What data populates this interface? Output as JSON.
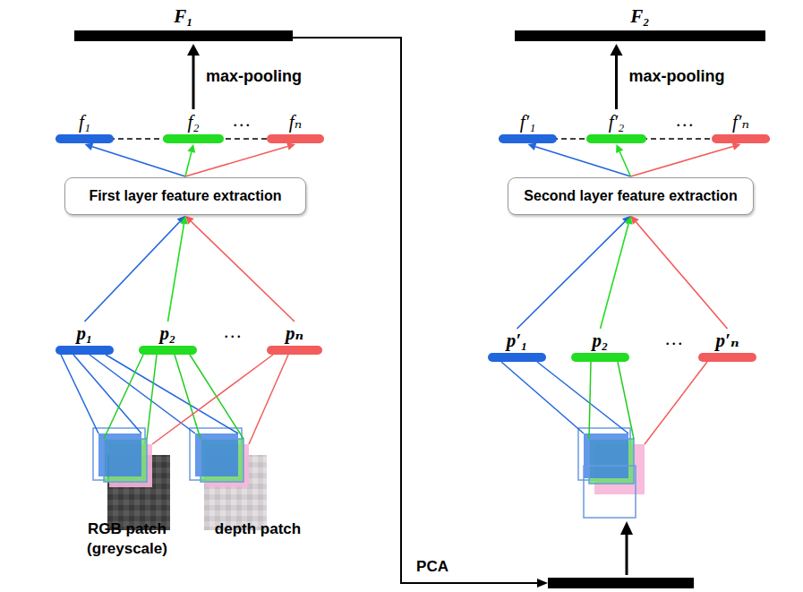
{
  "diagram": {
    "nodes": [
      {
        "text": [
          "F₁"
        ]
      },
      {
        "text": [
          "f₁"
        ]
      },
      {
        "text": [
          "f₂"
        ]
      },
      {
        "text": [
          "fₙ"
        ]
      },
      {
        "text": [
          "First layer feature extraction"
        ]
      },
      {
        "text": [
          "p₁"
        ]
      },
      {
        "text": [
          "p₂"
        ]
      },
      {
        "text": [
          "pₙ"
        ]
      },
      {
        "text": [
          "F₂"
        ]
      },
      {
        "text": [
          "f′₁"
        ]
      },
      {
        "text": [
          "f′₂"
        ]
      },
      {
        "text": [
          "f′ₙ"
        ]
      },
      {
        "text": [
          "Second layer feature extraction"
        ]
      },
      {
        "text": [
          "p′₁"
        ]
      },
      {
        "text": [
          "p₂"
        ]
      },
      {
        "text": [
          "p′ₙ"
        ]
      }
    ],
    "edges": [
      {
        "from": 2,
        "to": 0,
        "label": "max-pooling",
        "arrow": "to"
      },
      {
        "from": 4,
        "to": 1,
        "arrow": "to"
      },
      {
        "from": 4,
        "to": 2,
        "arrow": "to"
      },
      {
        "from": 4,
        "to": 3,
        "arrow": "to"
      },
      {
        "from": 5,
        "to": 4,
        "arrow": "to"
      },
      {
        "from": 6,
        "to": 4,
        "arrow": "to"
      },
      {
        "from": 7,
        "to": 4,
        "arrow": "to"
      },
      {
        "from": 10,
        "to": 8,
        "label": "max-pooling",
        "arrow": "to"
      },
      {
        "from": 12,
        "to": 9,
        "arrow": "to"
      },
      {
        "from": 12,
        "to": 10,
        "arrow": "to"
      },
      {
        "from": 12,
        "to": 11,
        "arrow": "to"
      },
      {
        "from": 13,
        "to": 12,
        "arrow": "to"
      },
      {
        "from": 14,
        "to": 12,
        "arrow": "to"
      },
      {
        "from": 15,
        "to": 12,
        "arrow": "to"
      }
    ],
    "labels": [
      "…",
      "…",
      "RGB patch (greyscale)",
      "depth patch",
      "…",
      "…",
      "PCA"
    ]
  }
}
